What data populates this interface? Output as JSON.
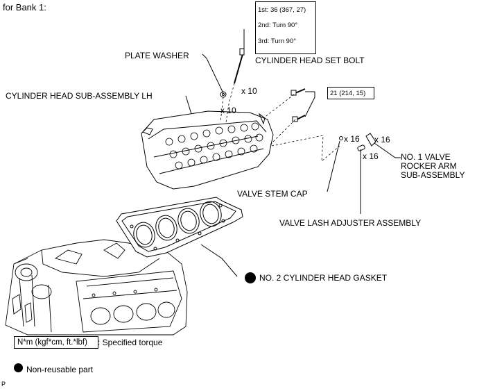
{
  "header": {
    "bank_label": "for Bank 1:"
  },
  "torque": {
    "set_bolt_steps": [
      "1st: 36 (367, 27)",
      "2nd: Turn 90°",
      "3rd: Turn 90°"
    ],
    "bolt_value": "21 (214, 15)"
  },
  "parts": {
    "cylinder_head_set_bolt": "CYLINDER HEAD SET BOLT",
    "plate_washer": "PLATE WASHER",
    "cylinder_head_sub_assembly": "CYLINDER HEAD SUB-ASSEMBLY LH",
    "valve_stem_cap": "VALVE STEM CAP",
    "valve_lash_adjuster": "VALVE LASH ADJUSTER ASSEMBLY",
    "rocker_arm_line1": "NO. 1 VALVE",
    "rocker_arm_line2": "ROCKER ARM",
    "rocker_arm_line3": "SUB-ASSEMBLY",
    "gasket": "NO. 2 CYLINDER HEAD GASKET"
  },
  "quantities": {
    "set_bolt": "x 10",
    "plate_washer": "x 10",
    "valve_stem_cap": "x 16",
    "rocker_arm": "x 16",
    "lash_adjuster": "x 16"
  },
  "legend": {
    "torque_unit": "N*m (kgf*cm, ft.*lbf)",
    "torque_desc": ": Specified torque",
    "non_reusable": "Non-reusable part"
  },
  "footer": {
    "code": "P"
  },
  "colors": {
    "line": "#000000",
    "background": "#ffffff"
  }
}
